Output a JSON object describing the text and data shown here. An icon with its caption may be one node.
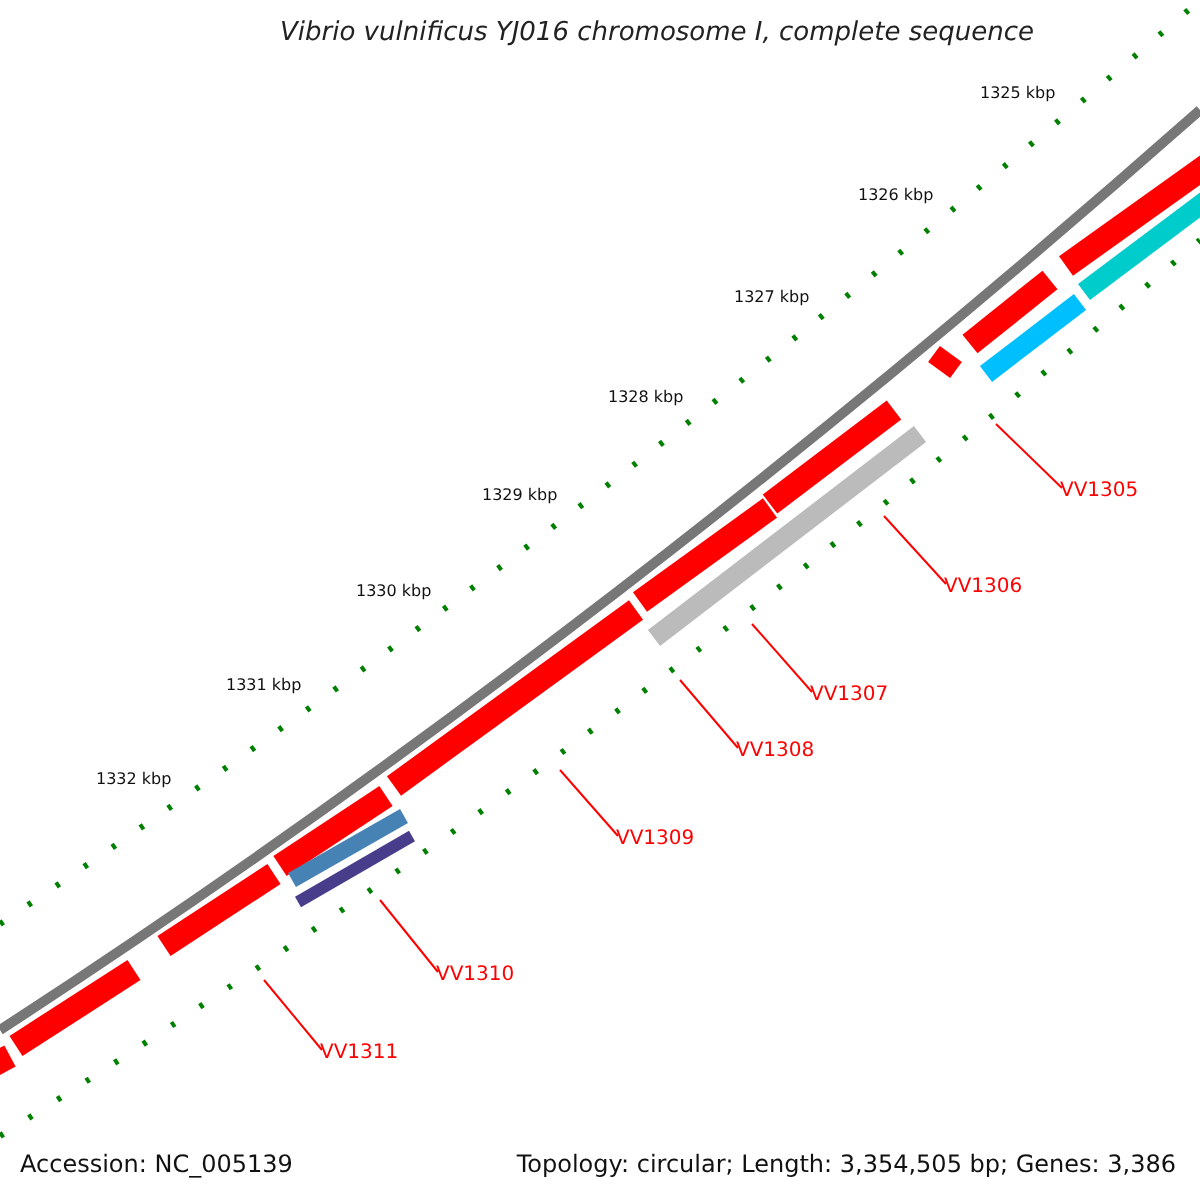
{
  "diagram": {
    "title": "Vibrio vulnificus YJ016 chromosome I, complete sequence",
    "nodes": [
      {
        "text": [
          "VV1305"
        ]
      },
      {
        "text": [
          "VV1306"
        ]
      },
      {
        "text": [
          "VV1307"
        ]
      },
      {
        "text": [
          "VV1308"
        ]
      },
      {
        "text": [
          "VV1309"
        ]
      },
      {
        "text": [
          "VV1310"
        ]
      },
      {
        "text": [
          "VV1311"
        ]
      }
    ],
    "edges": [
      {
        "from": 0,
        "to": null,
        "arrow": "none"
      },
      {
        "from": 1,
        "to": null,
        "arrow": "none"
      },
      {
        "from": 2,
        "to": null,
        "arrow": "none"
      },
      {
        "from": 3,
        "to": null,
        "arrow": "none"
      },
      {
        "from": 4,
        "to": null,
        "arrow": "none"
      },
      {
        "from": 5,
        "to": null,
        "arrow": "none"
      },
      {
        "from": 6,
        "to": null,
        "arrow": "none"
      }
    ],
    "labels": [
      "1325 kbp",
      "1326 kbp",
      "1327 kbp",
      "1328 kbp",
      "1329 kbp",
      "1330 kbp",
      "1331 kbp",
      "1332 kbp",
      "Accession: NC_005139",
      "Topology: circular; Length: 3,354,505 bp; Genes: 3,386"
    ]
  }
}
